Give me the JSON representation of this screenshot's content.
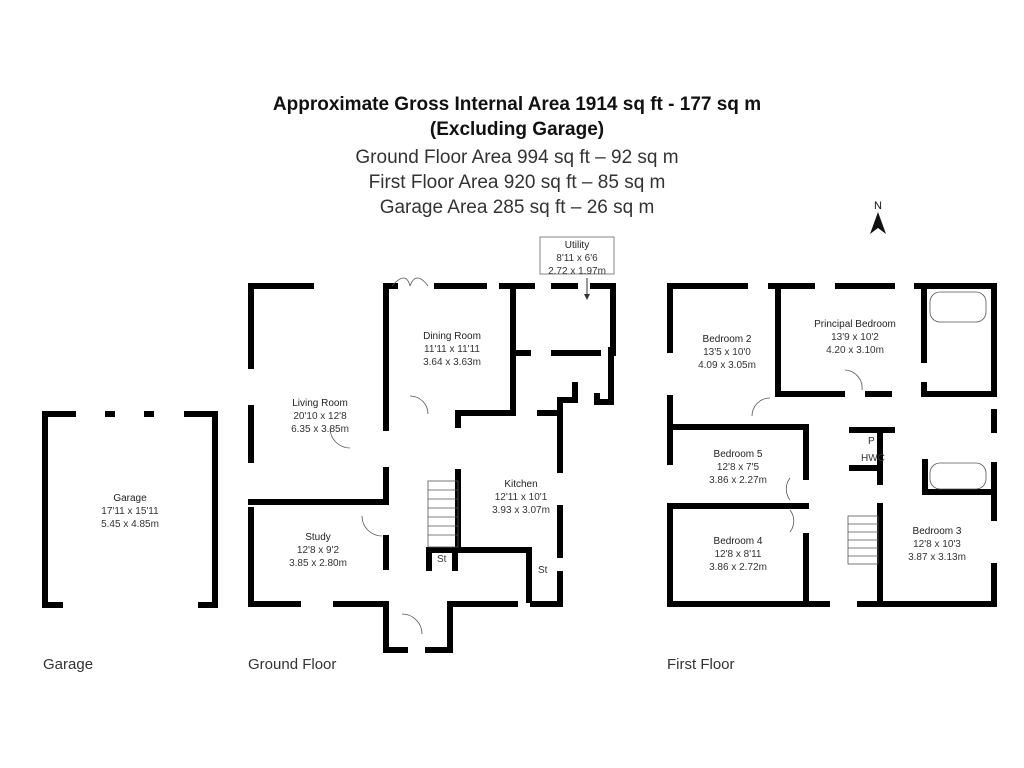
{
  "header": {
    "title": "Approximate Gross Internal Area 1914 sq ft - 177 sq m",
    "subtitle": "(Excluding Garage)",
    "ground_area": "Ground Floor Area 994 sq ft – 92 sq m",
    "first_area": "First Floor Area 920 sq ft – 85 sq m",
    "garage_area": "Garage Area 285 sq ft – 26 sq m"
  },
  "compass": {
    "label": "N",
    "icon": "north-arrow-icon"
  },
  "floors": {
    "garage": {
      "label": "Garage",
      "rooms": [
        {
          "name": "Garage",
          "imperial": "17'11 x 15'11",
          "metric": "5.45 x 4.85m"
        }
      ]
    },
    "ground": {
      "label": "Ground Floor",
      "rooms": [
        {
          "name": "Living Room",
          "imperial": "20'10 x 12'8",
          "metric": "6.35 x 3.85m"
        },
        {
          "name": "Dining Room",
          "imperial": "11'11 x 11'11",
          "metric": "3.64 x 3.63m"
        },
        {
          "name": "Utility",
          "imperial": "8'11 x 6'6",
          "metric": "2.72 x 1.97m"
        },
        {
          "name": "Kitchen",
          "imperial": "12'11 x 10'1",
          "metric": "3.93 x 3.07m"
        },
        {
          "name": "Study",
          "imperial": "12'8 x 9'2",
          "metric": "3.85 x 2.80m"
        }
      ],
      "stores": [
        "St",
        "St"
      ]
    },
    "first": {
      "label": "First Floor",
      "rooms": [
        {
          "name": "Bedroom 2",
          "imperial": "13'5 x 10'0",
          "metric": "4.09 x 3.05m"
        },
        {
          "name": "Principal Bedroom",
          "imperial": "13'9 x 10'2",
          "metric": "4.20 x 3.10m"
        },
        {
          "name": "Bedroom 5",
          "imperial": "12'8 x 7'5",
          "metric": "3.86 x 2.27m"
        },
        {
          "name": "Bedroom 4",
          "imperial": "12'8 x 8'11",
          "metric": "3.86 x 2.72m"
        },
        {
          "name": "Bedroom 3",
          "imperial": "12'8 x 10'3",
          "metric": "3.87 x 3.13m"
        }
      ],
      "cupboard": {
        "p": "P",
        "hwc": "HWC"
      }
    }
  }
}
